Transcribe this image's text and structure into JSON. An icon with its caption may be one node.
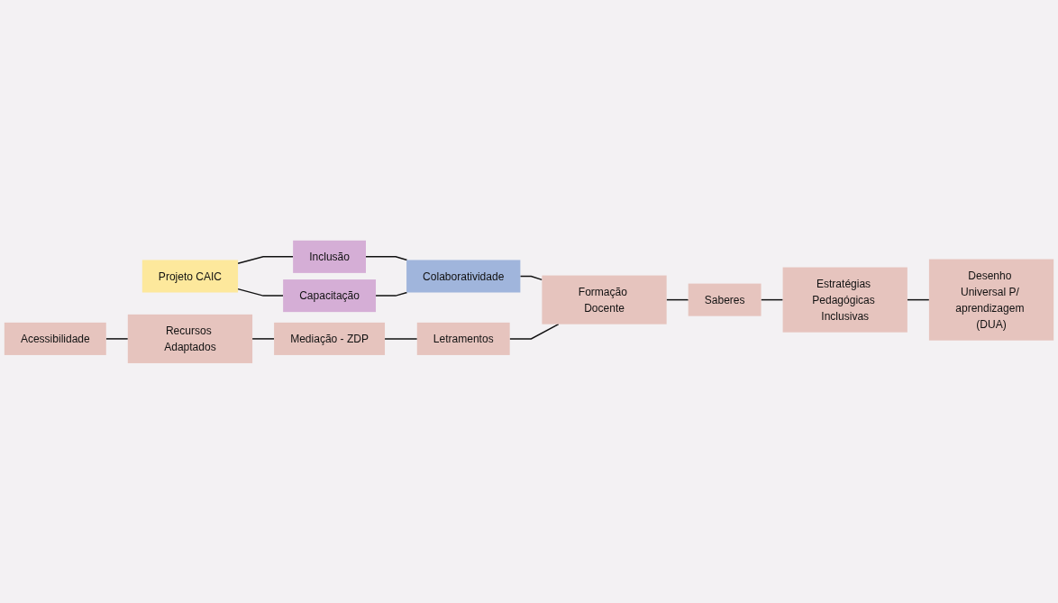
{
  "diagram": {
    "nodes": [
      {
        "text": [
          "Projeto CAIC"
        ]
      },
      {
        "text": [
          "Inclusão"
        ]
      },
      {
        "text": [
          "Capacitação"
        ]
      },
      {
        "text": [
          "Colaboratividade"
        ]
      },
      {
        "text": [
          "Acessibilidade"
        ]
      },
      {
        "text": [
          "Recursos Adaptados"
        ]
      },
      {
        "text": [
          "Mediação - ZDP"
        ]
      },
      {
        "text": [
          "Letramentos"
        ]
      },
      {
        "text": [
          "Formação Docente"
        ]
      },
      {
        "text": [
          "Saberes"
        ]
      },
      {
        "text": [
          "Estratégias Pedagógicas Inclusivas"
        ]
      },
      {
        "text": [
          "Desenho Universal P/ aprendizagem (DUA)"
        ]
      }
    ],
    "edges": [
      {
        "from": 0,
        "to": 1,
        "arrow": "none"
      },
      {
        "from": 0,
        "to": 2,
        "arrow": "none"
      },
      {
        "from": 1,
        "to": 3,
        "arrow": "none"
      },
      {
        "from": 2,
        "to": 3,
        "arrow": "none"
      },
      {
        "from": 3,
        "to": 8,
        "arrow": "none"
      },
      {
        "from": 4,
        "to": 5,
        "arrow": "none"
      },
      {
        "from": 5,
        "to": 6,
        "arrow": "none"
      },
      {
        "from": 6,
        "to": 7,
        "arrow": "none"
      },
      {
        "from": 7,
        "to": 8,
        "arrow": "none"
      },
      {
        "from": 8,
        "to": 9,
        "arrow": "none"
      },
      {
        "from": 9,
        "to": 10,
        "arrow": "none"
      },
      {
        "from": 10,
        "to": 11,
        "arrow": "none"
      }
    ]
  }
}
